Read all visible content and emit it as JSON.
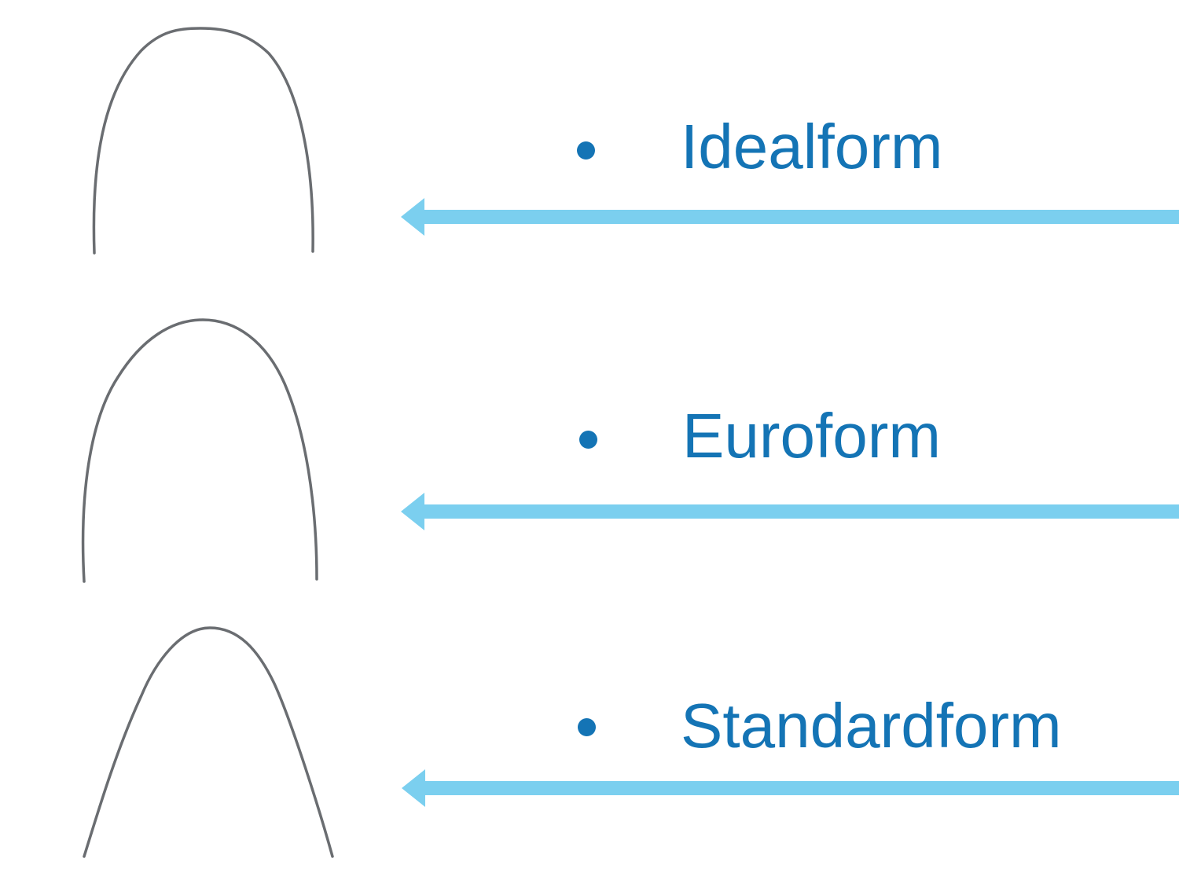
{
  "slide": {
    "background": "#ffffff",
    "colors": {
      "label_blue": "#1474b5",
      "arrow_blue": "#7bcfef",
      "wire_gray": "#5d6165"
    },
    "icons": {
      "bullet": "filled-circle",
      "arrow": "left-arrow"
    },
    "items": [
      {
        "label": "Idealform"
      },
      {
        "label": "Euroform"
      },
      {
        "label": "Standardform"
      }
    ]
  }
}
